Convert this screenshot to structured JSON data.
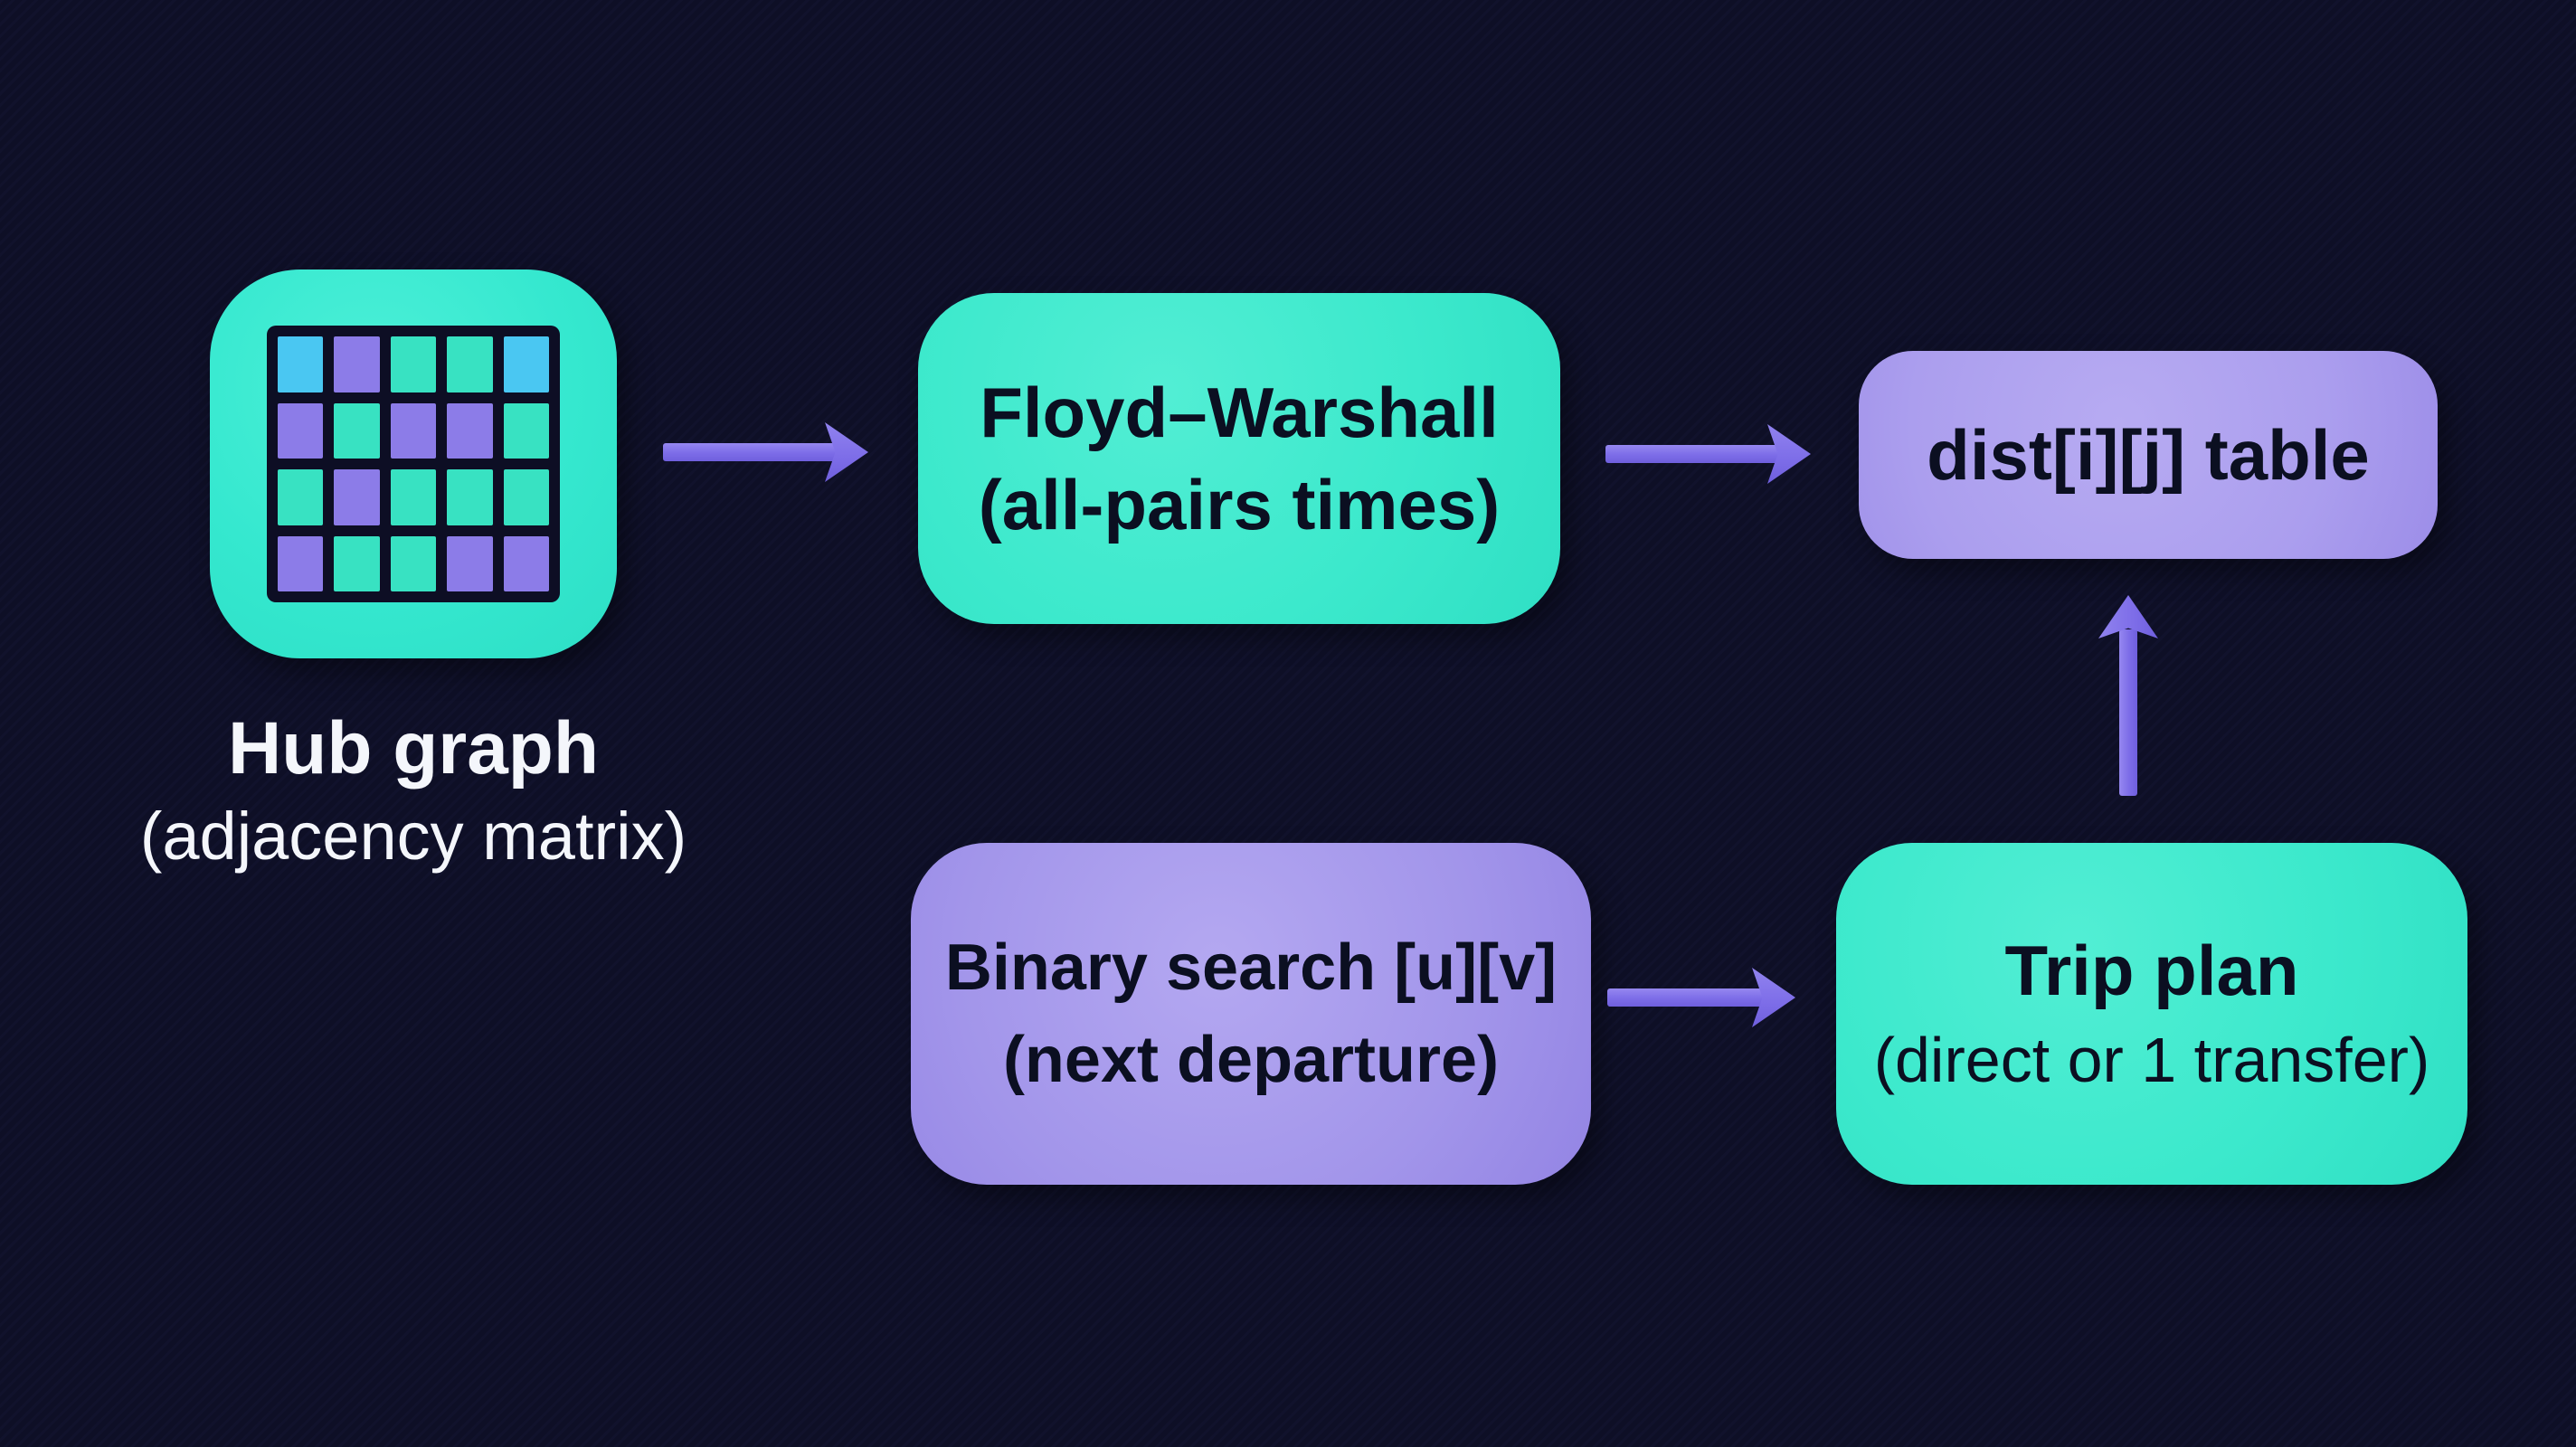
{
  "colors": {
    "background": "#0e0f26",
    "teal_node": "#3ce9cc",
    "purple_node": "#a295ea",
    "purple_node_light": "#ab9eee",
    "arrow": "#7d6de8",
    "node_text": "#0b0f21",
    "label_text": "#f4f6fb"
  },
  "nodes": {
    "hub_graph": {
      "title": "Hub graph",
      "subtitle": "(adjacency matrix)"
    },
    "floyd_warshall": {
      "title": "Floyd–Warshall",
      "subtitle": "(all-pairs times)"
    },
    "dist_table": {
      "title": "dist[i][j] table"
    },
    "binary_search": {
      "title": "Binary search [u][v]",
      "subtitle": "(next departure)"
    },
    "trip_plan": {
      "title": "Trip plan",
      "subtitle": "(direct or 1 transfer)"
    }
  },
  "matrix_icon": {
    "rows": 4,
    "cols": 5,
    "palette": {
      "t": "#38e2c2",
      "p": "#8c7ce8",
      "s": "#4ac7f2"
    },
    "cells": [
      [
        "s",
        "p",
        "t",
        "t",
        "s"
      ],
      [
        "p",
        "t",
        "p",
        "p",
        "t"
      ],
      [
        "t",
        "p",
        "t",
        "t",
        "t"
      ],
      [
        "p",
        "t",
        "t",
        "p",
        "p"
      ]
    ]
  },
  "edges": [
    {
      "from": "hub_graph",
      "to": "floyd_warshall",
      "direction": "right"
    },
    {
      "from": "floyd_warshall",
      "to": "dist_table",
      "direction": "right"
    },
    {
      "from": "binary_search",
      "to": "trip_plan",
      "direction": "right"
    },
    {
      "from": "trip_plan",
      "to": "dist_table",
      "direction": "up"
    }
  ]
}
